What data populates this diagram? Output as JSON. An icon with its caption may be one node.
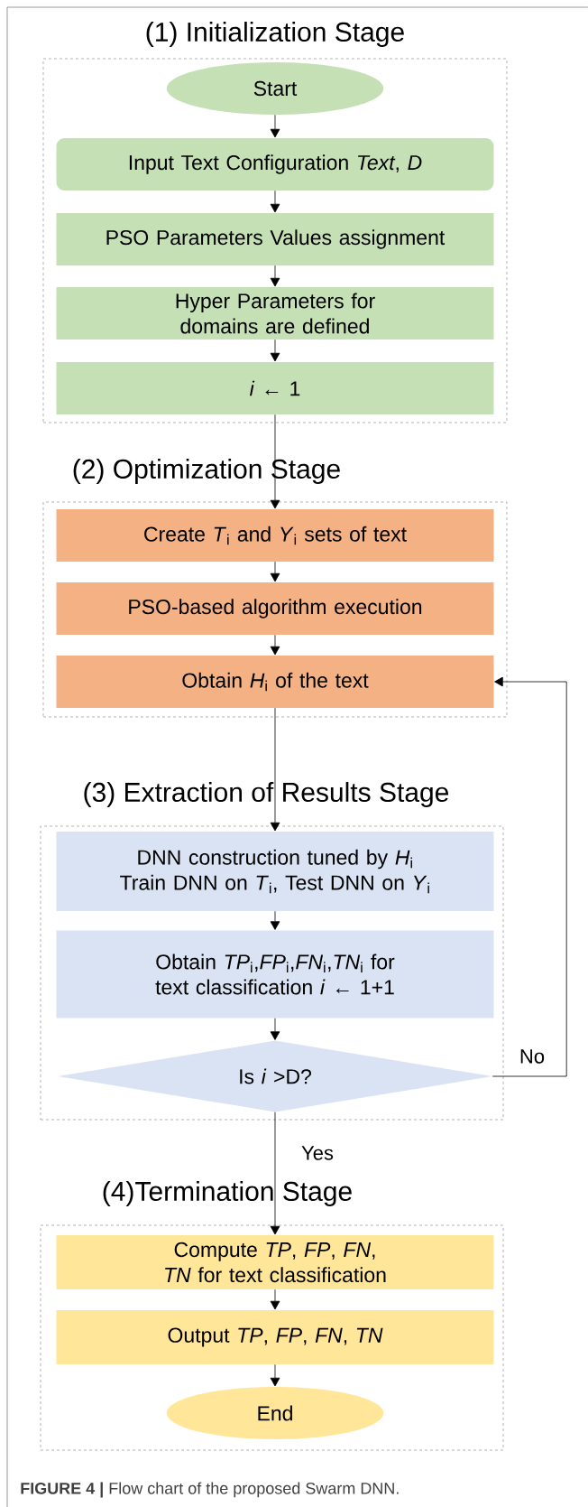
{
  "diagram": {
    "caption": "**FIGURE 4 |** Flow chart of the proposed Swarm DNN.",
    "nodes": [
      {
        "text": [
          "(1) Initialization Stage"
        ]
      },
      {
        "text": [
          "Start"
        ],
        "in": 0
      },
      {
        "text": [
          "Input Text Configuration *Text*, *D*"
        ],
        "in": 0
      },
      {
        "text": [
          "PSO Parameters Values assignment"
        ],
        "in": 0
      },
      {
        "text": [
          "Hyper Parameters for domains are defined"
        ],
        "in": 0
      },
      {
        "text": [
          "*i* ← 1"
        ],
        "in": 0
      },
      {
        "text": [
          "(2) Optimization Stage"
        ]
      },
      {
        "text": [
          "Create *T*$_{i}$ and *Y*$_{i}$ sets of text"
        ],
        "in": 6
      },
      {
        "text": [
          "PSO-based algorithm execution"
        ],
        "in": 6
      },
      {
        "text": [
          "Obtain *H*$_{i}$ of the text"
        ],
        "in": 6
      },
      {
        "text": [
          "(3) Extraction of Results Stage"
        ]
      },
      {
        "text": [
          "DNN construction tuned by *H*$_{i}$ Train DNN on *T*$_{i}$, Test DNN on *Y*$_{i}$"
        ],
        "in": 10
      },
      {
        "text": [
          "Obtain *TP*$_{i}$,*FP*$_{i}$,*FN*$_{i}$,*TN*$_{i}$ for text classification *i* ← 1+1"
        ],
        "in": 10
      },
      {
        "text": [
          "Is *i* >D?"
        ],
        "in": 10
      },
      {
        "text": [
          "(4)Termination Stage"
        ]
      },
      {
        "text": [
          "Compute *TP*, *FP*, *FN*, *TN* for text classification"
        ],
        "in": 14
      },
      {
        "text": [
          "Output *TP*, *FP*, *FN*, *TN*"
        ],
        "in": 14
      },
      {
        "text": [
          "End"
        ],
        "in": 14
      }
    ],
    "edges": [
      {
        "from": 1,
        "to": 2,
        "arrow": "to"
      },
      {
        "from": 2,
        "to": 3,
        "arrow": "to"
      },
      {
        "from": 3,
        "to": 4,
        "arrow": "to"
      },
      {
        "from": 4,
        "to": 5,
        "arrow": "to"
      },
      {
        "from": 5,
        "to": 7,
        "arrow": "to"
      },
      {
        "from": 7,
        "to": 8,
        "arrow": "to"
      },
      {
        "from": 8,
        "to": 9,
        "arrow": "to"
      },
      {
        "from": 9,
        "to": 11,
        "arrow": "to"
      },
      {
        "from": 11,
        "to": 12,
        "arrow": "to"
      },
      {
        "from": 12,
        "to": 13,
        "arrow": "to"
      },
      {
        "from": 13,
        "to": 9,
        "arrow": "to",
        "label": "No"
      },
      {
        "from": 13,
        "to": 15,
        "arrow": "to",
        "label": "Yes"
      },
      {
        "from": 15,
        "to": 16,
        "arrow": "to"
      },
      {
        "from": 16,
        "to": 17,
        "arrow": "to"
      }
    ]
  }
}
